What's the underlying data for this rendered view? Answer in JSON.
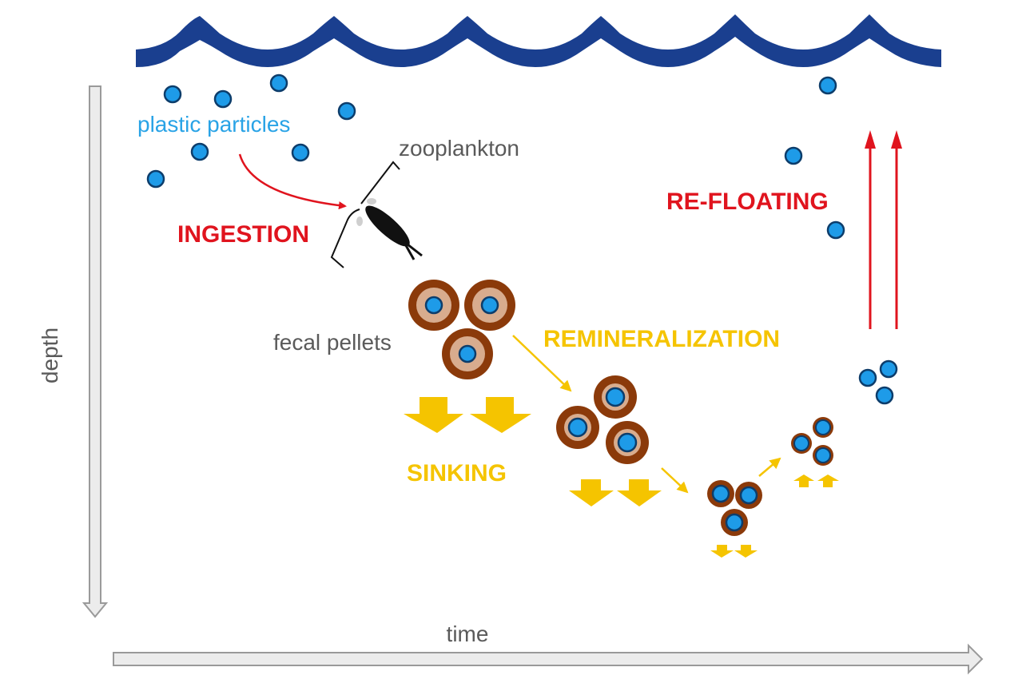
{
  "diagram": {
    "labels": {
      "plastic_particles": "plastic particles",
      "zooplankton": "zooplankton",
      "ingestion": "INGESTION",
      "fecal_pellets": "fecal pellets",
      "sinking": "SINKING",
      "remineralization": "REMINERALIZATION",
      "re_floating": "RE-FLOATING",
      "depth_axis": "depth",
      "time_axis": "time"
    },
    "colors": {
      "water_surface": "#1a3f8f",
      "particle_fill": "#1e9be8",
      "particle_stroke": "#0d3d6b",
      "pellet_outer": "#8b3a0a",
      "pellet_inner": "#d8ac8e",
      "process_red": "#e0141e",
      "process_yellow": "#f5c400",
      "axis_fill": "#ececec",
      "axis_stroke": "#9a9a9a",
      "text_gray": "#5a5a5a",
      "text_blue": "#29a3e6"
    },
    "stages": [
      {
        "name": "surface particles",
        "process": "INGESTION"
      },
      {
        "name": "fecal pellets",
        "process": "SINKING"
      },
      {
        "name": "degrading pellets",
        "process": "REMINERALIZATION"
      },
      {
        "name": "released particles",
        "process": "RE-FLOATING"
      }
    ]
  }
}
